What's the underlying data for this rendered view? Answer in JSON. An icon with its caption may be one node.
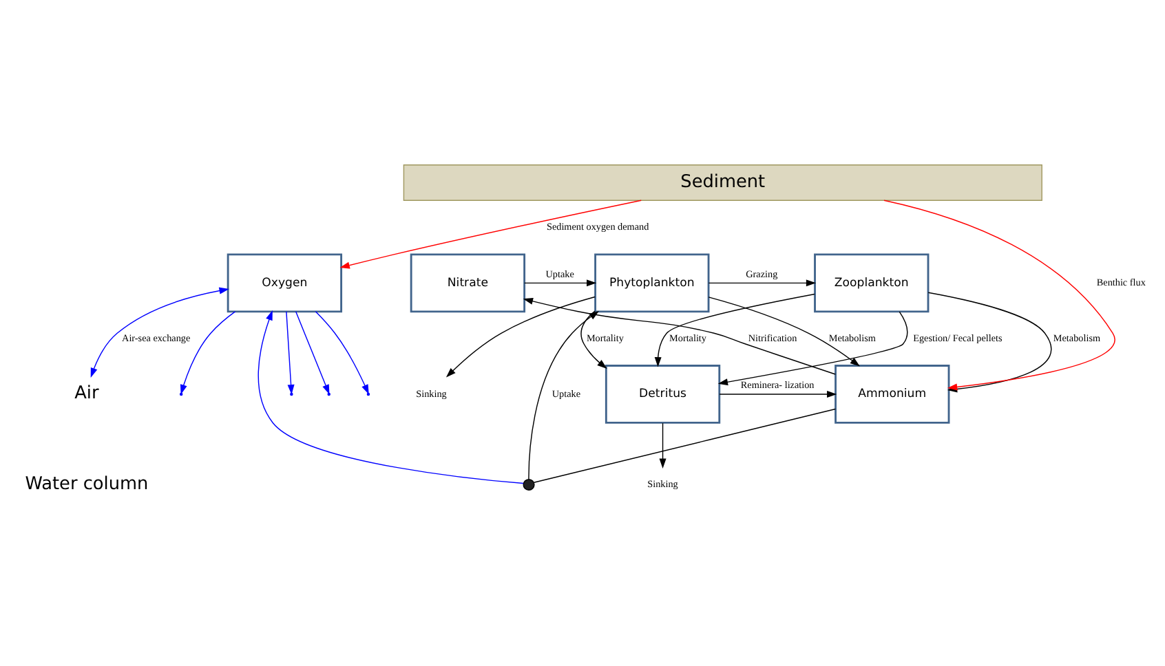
{
  "diagram": {
    "nodes": [
      {
        "text": [
          "Air"
        ]
      },
      {
        "text": [
          "Oxygen"
        ]
      },
      {
        "text": [
          "Nitrate"
        ]
      },
      {
        "text": [
          "Phytoplankton"
        ]
      },
      {
        "text": [
          "Zooplankton"
        ]
      },
      {
        "text": [
          "Ammonium"
        ]
      },
      {
        "text": [
          "Detritus"
        ]
      },
      {
        "text": [
          "Sediment"
        ]
      },
      {
        "text": [
          "Sinking"
        ]
      },
      {
        "text": [
          "Sinking"
        ]
      },
      {
        "text": [],
        "shape": "circle"
      }
    ],
    "edges": [
      {
        "from": 1,
        "to": 0,
        "arrow": "both",
        "label": "Air-sea exchange",
        "color": "#0000ff"
      },
      {
        "from": 1,
        "to": null,
        "arrow": "to",
        "color": "#0000ff"
      },
      {
        "from": 1,
        "to": null,
        "arrow": "to",
        "color": "#0000ff"
      },
      {
        "from": 1,
        "to": null,
        "arrow": "to",
        "color": "#0000ff"
      },
      {
        "from": 1,
        "to": null,
        "arrow": "to",
        "color": "#0000ff"
      },
      {
        "from": 10,
        "to": 1,
        "arrow": "to",
        "color": "#0000ff"
      },
      {
        "from": 4,
        "to": 5,
        "arrow": "to",
        "label": "Metabolism"
      },
      {
        "from": 3,
        "to": 5,
        "arrow": "to",
        "label": "Metabolism"
      },
      {
        "from": 2,
        "to": 3,
        "arrow": "to",
        "label": "Uptake"
      },
      {
        "from": 3,
        "to": 4,
        "arrow": "to",
        "label": "Grazing"
      },
      {
        "from": 3,
        "to": 8,
        "arrow": "to"
      },
      {
        "from": 5,
        "to": 2,
        "arrow": "to",
        "label": "Nitrification"
      },
      {
        "from": 5,
        "to": 10,
        "arrow": "none"
      },
      {
        "from": 10,
        "to": 3,
        "arrow": "to",
        "label": "Uptake"
      },
      {
        "from": 3,
        "to": 6,
        "arrow": "to",
        "label": "Mortality"
      },
      {
        "from": 4,
        "to": 6,
        "arrow": "to",
        "label": "Egestion/ Fecal pellets"
      },
      {
        "from": 4,
        "to": 6,
        "arrow": "to",
        "label": "Mortality"
      },
      {
        "from": 6,
        "to": 5,
        "arrow": "to",
        "label": "Reminera- lization"
      },
      {
        "from": 6,
        "to": 9,
        "arrow": "to"
      },
      {
        "from": 7,
        "to": 1,
        "arrow": "to",
        "label": "Sediment oxygen demand",
        "color": "#ff0000"
      },
      {
        "from": 7,
        "to": 5,
        "arrow": "to",
        "label": "Benthic flux",
        "color": "#ff0000"
      }
    ],
    "labels": [
      "Water column"
    ]
  }
}
